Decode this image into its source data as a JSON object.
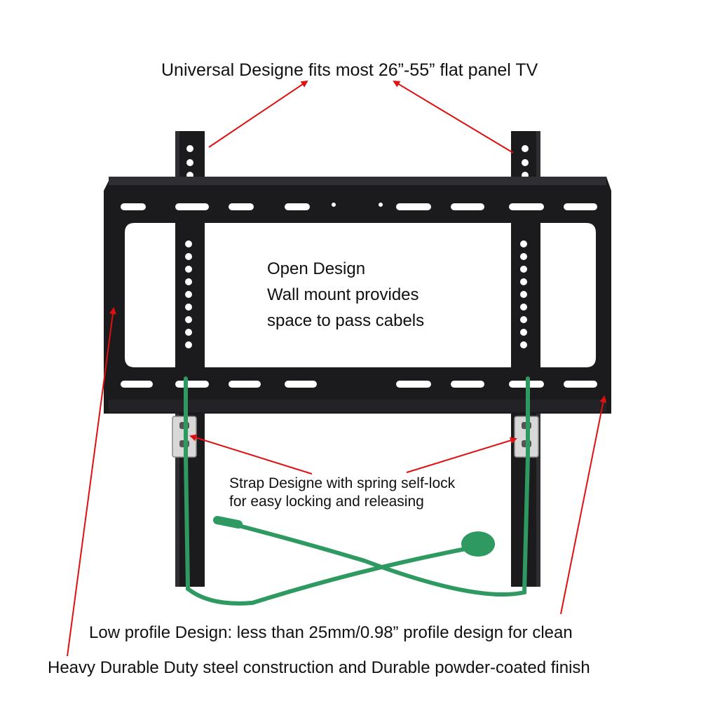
{
  "captions": {
    "universal": "Universal Designe fits most 26”-55” flat panel TV",
    "open_design": {
      "line1": "Open Design",
      "line2": "Wall mount provides",
      "line3": "space to pass cabels"
    },
    "strap": {
      "line1": "Strap Designe with spring self-lock",
      "line2": "for easy locking and releasing"
    },
    "low_profile": "Low profile Design: less than 25mm/0.98” profile design for clean",
    "heavy_duty": "Heavy Durable Duty steel construction and Durable powder-coated finish"
  },
  "colors": {
    "steel": "#1b1b1e",
    "steel_edge": "#2e2e33",
    "strap": "#2e9a62",
    "arrow": "#e01010",
    "background": "#ffffff",
    "text": "#111111"
  },
  "icons": {
    "product": "tv-wall-mount-bracket",
    "arrows": "red-callout-arrow"
  }
}
